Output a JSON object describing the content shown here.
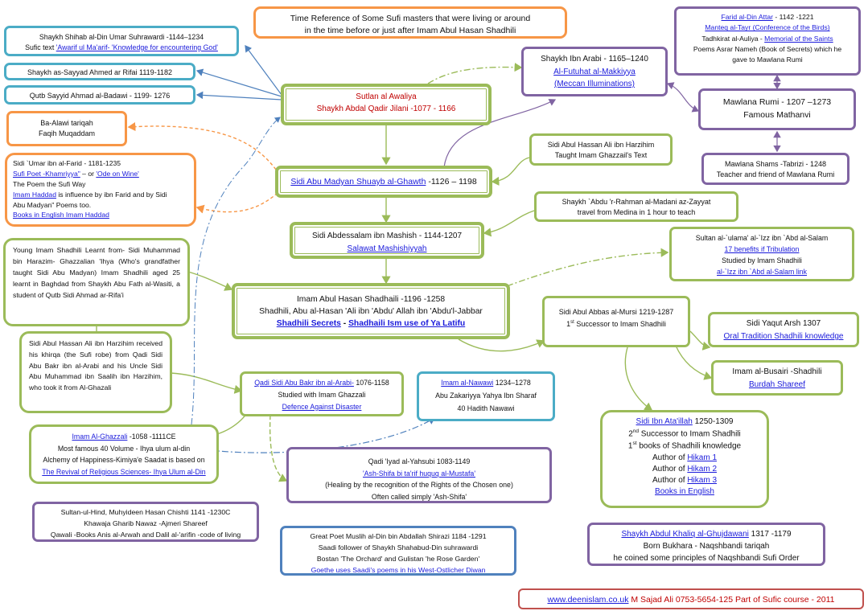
{
  "header": {
    "title_line1": "Time Reference of Some Sufi masters that were living or around",
    "title_line2": "in the time before or just after Imam Abul Hasan Shadhili"
  },
  "suhrawardi": {
    "line1": "Shaykh Shihab al-Din Umar Suhrawardi -1144–1234",
    "line2_prefix": "Sufic text ",
    "line2_link": "'Awarif ul Ma'arif- 'Knowledge for encountering God'"
  },
  "rifai": {
    "text": "Shaykh as-Sayyad Ahmed ar Rifai 1119-1182"
  },
  "badawi": {
    "text": "Qutb Sayyid Ahmad al-Badawi - 1199- 1276"
  },
  "jilani": {
    "line1": "Sutlan al Awaliya",
    "line2": "Shaykh Abdal Qadir Jilani -1077 - 1166"
  },
  "attar": {
    "line1_link": "Farid al-Din Attar",
    "line1_rest": " - 1142 -1221",
    "line2_link": "Manteq al-Tayr (Conference of the Birds)",
    "line3_prefix": "Tadhkirat al-Auliya - ",
    "line3_link": "Memorial of the Saints",
    "line4": "Poems Asrar Nameh (Book of Secrets) which he",
    "line5": "gave to Mawlana Rumi"
  },
  "ibn_arabi": {
    "line1": "Shaykh Ibn Arabi - 1165–1240",
    "line2_link": "Al-Futuhat al-Makkiyya",
    "line3_link": "(Meccan Illuminations)"
  },
  "rumi": {
    "line1": "Mawlana Rumi - 1207 –1273",
    "line2": "Famous Mathanvi"
  },
  "shams": {
    "line1": "Mawlana Shams -Tabrizi - 1248",
    "line2": "Teacher and friend of Mawlana Rumi"
  },
  "ba_alawi": {
    "line1": "Ba-Alawi tariqah",
    "line2": "Faqih Muqaddam"
  },
  "ibn_farid": {
    "line1": "Sidi `Umar ibn al-Farid - 1181-1235",
    "line2_link1": "Sufi Poet -Khamriyya\"",
    "line2_mid": " – or ",
    "line2_link2": "'Ode on Wine'",
    "line3": "The Poem the Sufi Way",
    "line4_link": "Imam Haddad",
    "line4_rest": " is influence by ibn Farid and by Sidi",
    "line5": "Abu Madyan\" Poems too.",
    "line6_link": "Books in English Imam Haddad"
  },
  "harzihim_top": {
    "line1": "Sidi Abul Hassan Ali ibn Harzihim",
    "line2": "Taught Imam Ghazzail's Text"
  },
  "abu_madyan": {
    "link": "Sidi Abu Madyan Shuayb al-Ghawth",
    "rest": " -1126 – 1198"
  },
  "madani": {
    "line1": "Shaykh `Abdu 'r-Rahman  al-Madani az-Zayyat",
    "line2": "travel from Medina in 1 hour to teach"
  },
  "mashish": {
    "line1": "Sidi Abdessalam ibn Mashish - 1144-1207",
    "line2_link": "Salawat Mashishiyyah"
  },
  "izz": {
    "line1": "Sultan al-`ulama' al-`Izz ibn `Abd al-Salam",
    "line2_link": "17 benefits if Tribulation",
    "line3": "Studied by Imam Shadhili",
    "line4_link": "al-`Izz ibn `Abd al-Salam link"
  },
  "young_shadhili": {
    "text": "Young Imam Shadhili Learnt from- Sidi Muhammad bin Harazim- Ghazzalian 'Ihya (Who's grandfather taught Sidi Abu Madyan) Imam Shadhili aged 25 learnt in Baghdad from Shaykh Abu Fath al-Wasiti, a student of Qutb Sidi Ahmad ar-Rifa'i"
  },
  "shadhili": {
    "line1": "Imam Abul Hasan  Shadhaili -1196 -1258",
    "line2": "Shadhili, Abu al-Hasan 'Ali ibn 'Abdu' Allah ibn 'Abdu'l-Jabbar",
    "link1": "Shadhili Secrets",
    "sep": " -  ",
    "link2": "Shadhaili  Ism use of  Ya Latifu"
  },
  "mursi": {
    "line1": "Sidi Abul Abbas al-Mursi  1219-1287",
    "line2_num": "1",
    "line2_sup": "st",
    "line2_rest": " Successor to Imam Shadhili"
  },
  "yaqut": {
    "line1": "Sidi  Yaqut  Arsh  1307",
    "line2_link": "Oral  Tradition Shadhili knowledge"
  },
  "busairi": {
    "line1": "Imam al-Busairi -Shadhili",
    "line2_link": "Burdah Shareef"
  },
  "harzihim_left": {
    "text": "Sidi Abul Hassan Ali ibn Harzihim received his khirqa (the Sufi robe) from Qadi Sidi Abu Bakr ibn al-Arabi and his Uncle Sidi Abu Muhammad ibn Saalih ibn Harzihim, who took it from Al-Ghazali"
  },
  "qadi_arabi": {
    "line1_link": "Qadi Sidi Abu Bakr ibn al-Arabi-",
    "line1_rest": " 1076-1158",
    "line2": "Studied with Imam Ghazzali",
    "line3_link": "Defence Against Disaster"
  },
  "nawawi": {
    "line1_link": "Imam al-Nawawi",
    "line1_rest": "  1234–1278",
    "line2": "Abu Zakariyya Yahya Ibn Sharaf",
    "line3": "40 Hadith Nawawi"
  },
  "ibn_ataillah": {
    "line1_link": "Sidi   Ibn Ata'illah",
    "line1_rest": "  1250-1309",
    "line2_num": "2",
    "line2_sup": "nd",
    "line2_rest": " Successor to Imam Shadhili",
    "line3_num": "1",
    "line3_sup": "st",
    "line3_rest": " books of Shadhili knowledge",
    "line4_prefix": "Author of ",
    "line4_link": "Hikam 1",
    "line5_prefix": "Author of ",
    "line5_link": "Hikam 2",
    "line6_prefix": "Author of ",
    "line6_link": "Hikam 3",
    "line7_link": "Books in English"
  },
  "ghazzali": {
    "line1_link": "Imam Al-Ghazzali",
    "line1_rest": " -1058 -1111CE",
    "line2": "Most famous 40 Volume - Ihya ulum al-din",
    "line3": "Alchemy of Happiness-Kimiya'e Saadat  is based on",
    "line4_link": "The Revival of Religious Sciences- Ihya Ulum al-Din"
  },
  "iyad": {
    "line1": "Qadi 'Iyad al-Yahsubi  1083-1149",
    "line2_link": "'Ash-Shifa bi ta'rif huquq al-Mustafa'",
    "line3": "(Healing by the recognition of the Rights of the Chosen one)",
    "line4": "Often called simply 'Ash-Shifa'"
  },
  "chishti": {
    "line1": "Sultan-ul-Hind, Muhyideen Hasan Chishti 1141 -1230C",
    "line2": "Khawaja Gharib Nawaz -Ajmeri Shareef",
    "line3": "Qawali -Books Anis al-Arwah and Dalil al-'arifin -code of living"
  },
  "saadi": {
    "line1": "Great Poet Muslih al-Din bin Abdallah Shirazi 1184 -1291",
    "line2": "Saadi follower of Shaykh Shahabud-Din suhrawardi",
    "line3": "Bostan 'The Orchard' and Gulistan 'he Rose Garden'",
    "line4_link": "Goethe uses Saadi's poems in his West-Ostlicher Diwan"
  },
  "ghujdawani": {
    "line1_link": "Shaykh Abdul Khaliq al-Ghujdawani",
    "line1_rest": " 1317 -1179",
    "line2": "Born Bukhara - Naqshbandi tariqah",
    "line3": "he coined some principles of Naqshbandi Sufi Order"
  },
  "footer": {
    "link": "www.deenislam.co.uk",
    "text": "  M Sajad Ali 0753-5654-125 Part of Sufic course - 2011"
  },
  "colors": {
    "green": "#9bbb59",
    "purple": "#8064a2",
    "orange": "#f79646",
    "light_blue": "#4bacc6",
    "blue": "#4f81bd",
    "red": "#c0504d",
    "link": "#1a1adb",
    "title_red": "#c00000"
  }
}
